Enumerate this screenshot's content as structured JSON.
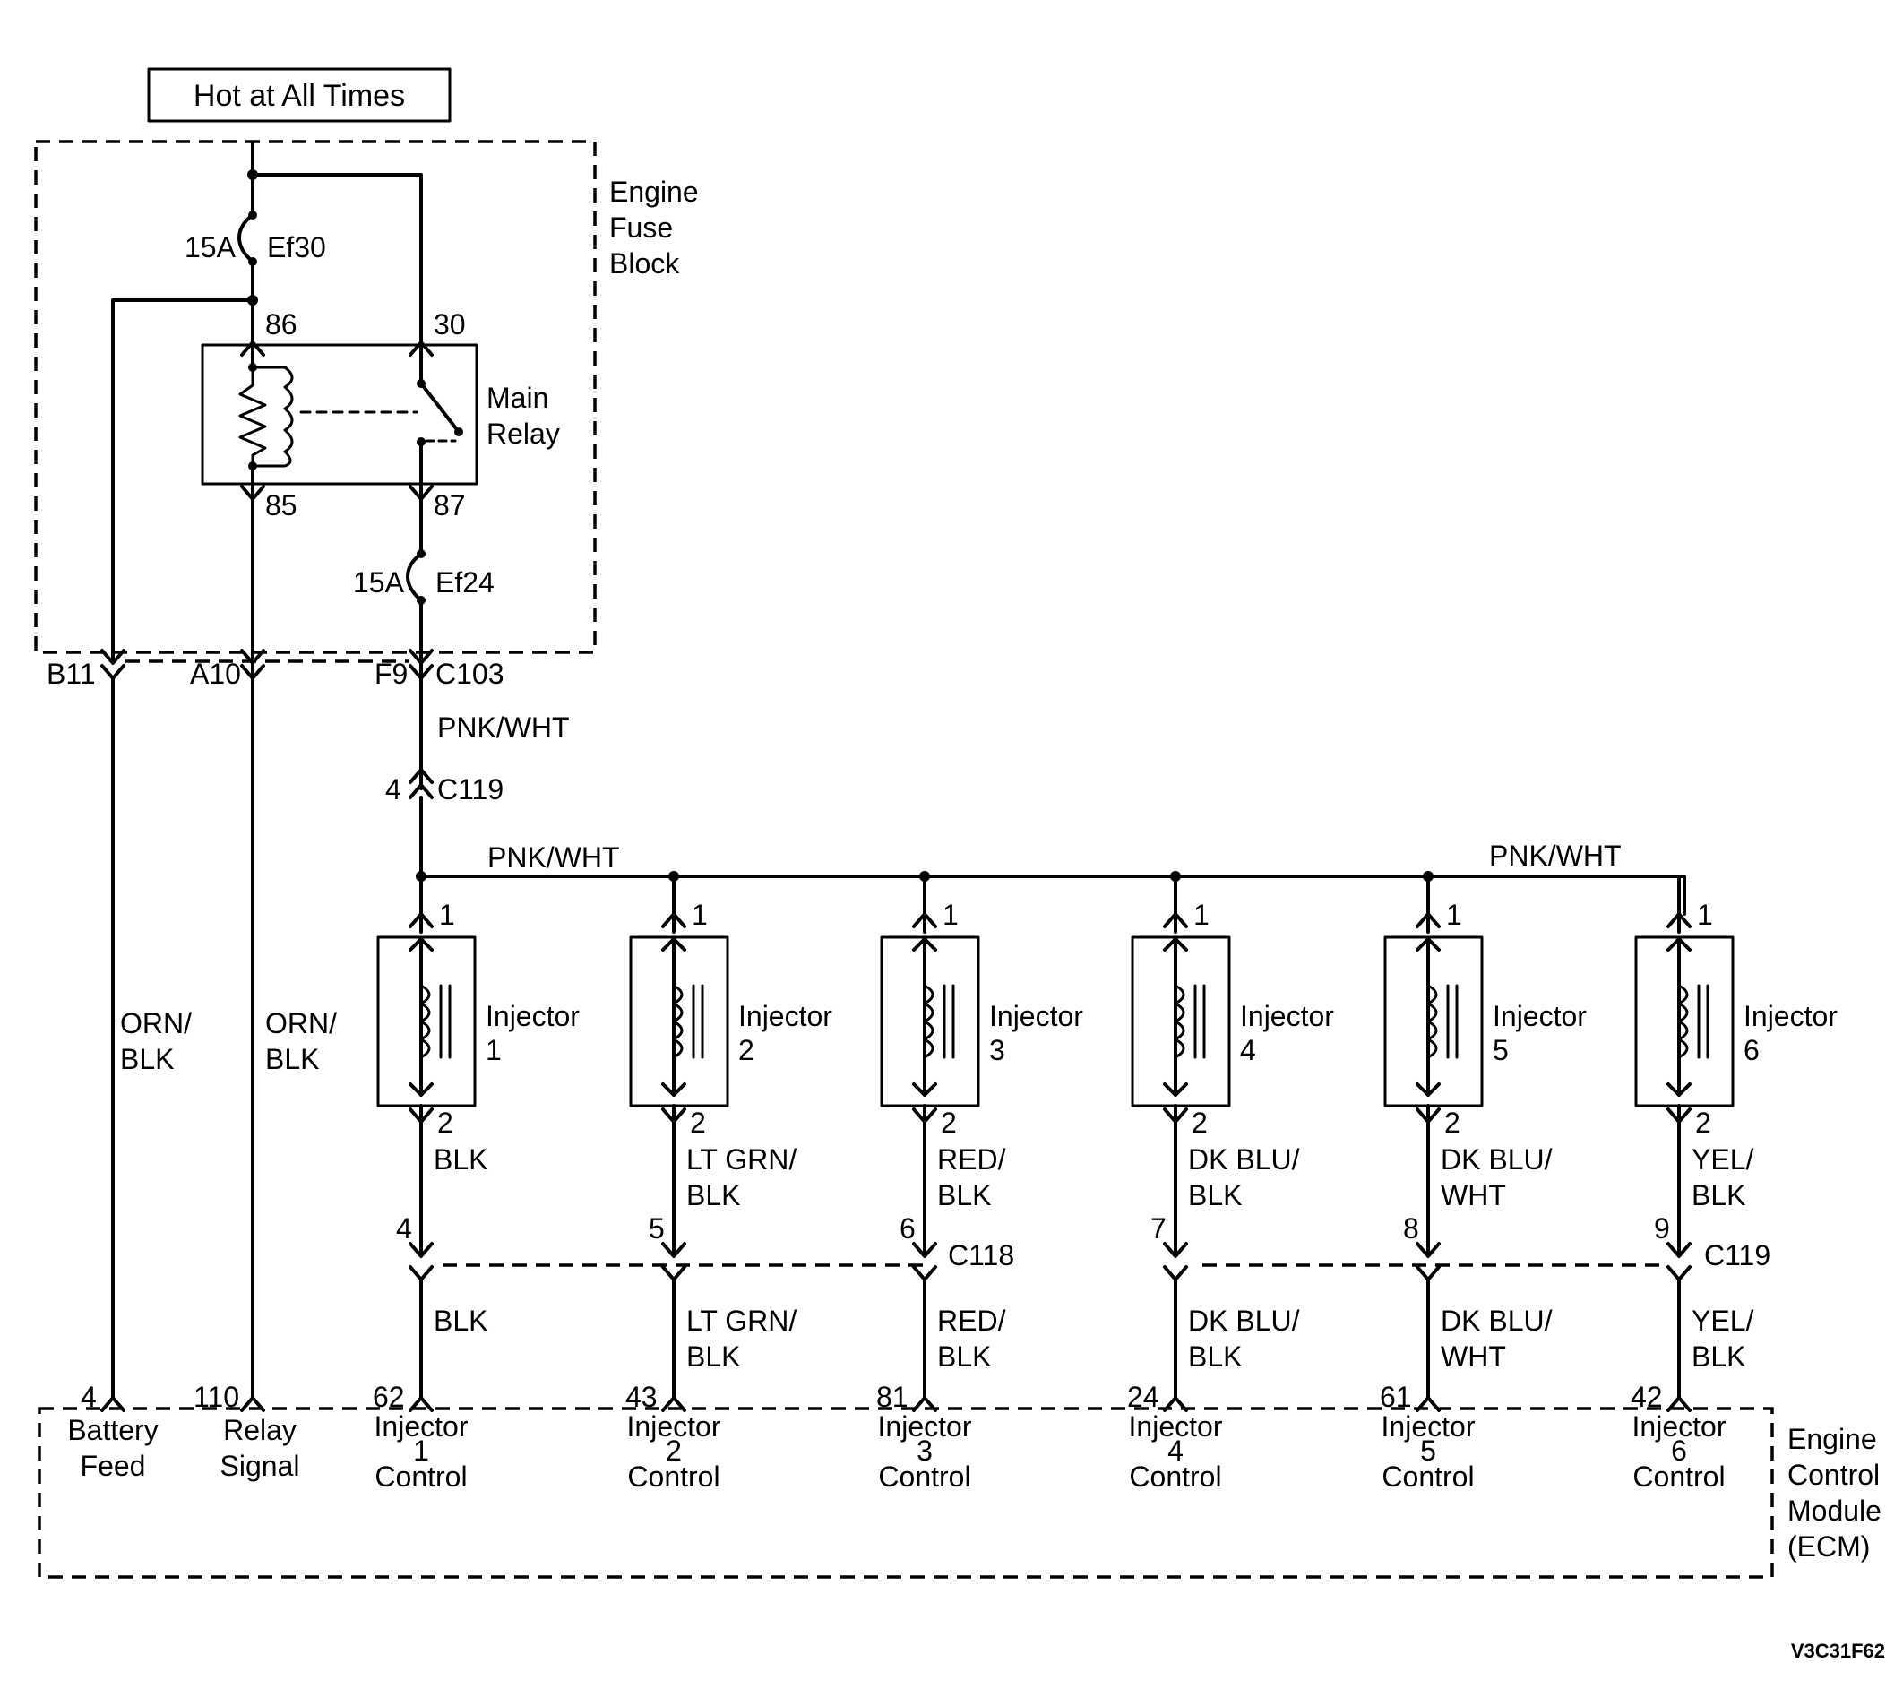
{
  "header": {
    "hot_label": "Hot at All Times"
  },
  "fuse_block": {
    "line1": "Engine",
    "line2": "Fuse",
    "line3": "Block"
  },
  "fuses": [
    {
      "rating": "15A",
      "name": "Ef30"
    },
    {
      "rating": "15A",
      "name": "Ef24"
    }
  ],
  "relay": {
    "line1": "Main",
    "line2": "Relay",
    "pins": {
      "p86": "86",
      "p30": "30",
      "p85": "85",
      "p87": "87"
    }
  },
  "connectors": {
    "b11": "B11",
    "a10": "A10",
    "f9": "F9",
    "c103": "C103",
    "c119_pin": "4",
    "c119": "C119",
    "c118": "C118",
    "c119_lower": "C119"
  },
  "wires": {
    "pnk_wht": "PNK/WHT",
    "bus_left": "PNK/WHT",
    "bus_right": "PNK/WHT",
    "orn_blk_1_l1": "ORN/",
    "orn_blk_1_l2": "BLK",
    "orn_blk_2_l1": "ORN/",
    "orn_blk_2_l2": "BLK"
  },
  "injectors": [
    {
      "name": "Injector",
      "num": "1",
      "pin_top": "1",
      "pin_bottom": "2",
      "wire_top_1": "BLK",
      "wire_top_2": "",
      "conn_pin": "4",
      "wire_bot_1": "BLK",
      "wire_bot_2": "",
      "ecm_pin": "62",
      "ecm_l1": "Injector",
      "ecm_l2": "1",
      "ecm_l3": "Control"
    },
    {
      "name": "Injector",
      "num": "2",
      "pin_top": "1",
      "pin_bottom": "2",
      "wire_top_1": "LT GRN/",
      "wire_top_2": "BLK",
      "conn_pin": "5",
      "wire_bot_1": "LT GRN/",
      "wire_bot_2": "BLK",
      "ecm_pin": "43",
      "ecm_l1": "Injector",
      "ecm_l2": "2",
      "ecm_l3": "Control"
    },
    {
      "name": "Injector",
      "num": "3",
      "pin_top": "1",
      "pin_bottom": "2",
      "wire_top_1": "RED/",
      "wire_top_2": "BLK",
      "conn_pin": "6",
      "wire_bot_1": "RED/",
      "wire_bot_2": "BLK",
      "ecm_pin": "81",
      "ecm_l1": "Injector",
      "ecm_l2": "3",
      "ecm_l3": "Control"
    },
    {
      "name": "Injector",
      "num": "4",
      "pin_top": "1",
      "pin_bottom": "2",
      "wire_top_1": "DK BLU/",
      "wire_top_2": "BLK",
      "conn_pin": "7",
      "wire_bot_1": "DK BLU/",
      "wire_bot_2": "BLK",
      "ecm_pin": "24",
      "ecm_l1": "Injector",
      "ecm_l2": "4",
      "ecm_l3": "Control"
    },
    {
      "name": "Injector",
      "num": "5",
      "pin_top": "1",
      "pin_bottom": "2",
      "wire_top_1": "DK BLU/",
      "wire_top_2": "WHT",
      "conn_pin": "8",
      "wire_bot_1": "DK BLU/",
      "wire_bot_2": "WHT",
      "ecm_pin": "61",
      "ecm_l1": "Injector",
      "ecm_l2": "5",
      "ecm_l3": "Control"
    },
    {
      "name": "Injector",
      "num": "6",
      "pin_top": "1",
      "pin_bottom": "2",
      "wire_top_1": "YEL/",
      "wire_top_2": "BLK",
      "conn_pin": "9",
      "wire_bot_1": "YEL/",
      "wire_bot_2": "BLK",
      "ecm_pin": "42",
      "ecm_l1": "Injector",
      "ecm_l2": "6",
      "ecm_l3": "Control"
    }
  ],
  "ecm": {
    "line1": "Engine",
    "line2": "Control",
    "line3": "Module",
    "line4": "(ECM)",
    "battery_pin": "4",
    "battery_l1": "Battery",
    "battery_l2": "Feed",
    "relay_pin": "110",
    "relay_l1": "Relay",
    "relay_l2": "Signal"
  },
  "figure_code": "V3C31F62"
}
